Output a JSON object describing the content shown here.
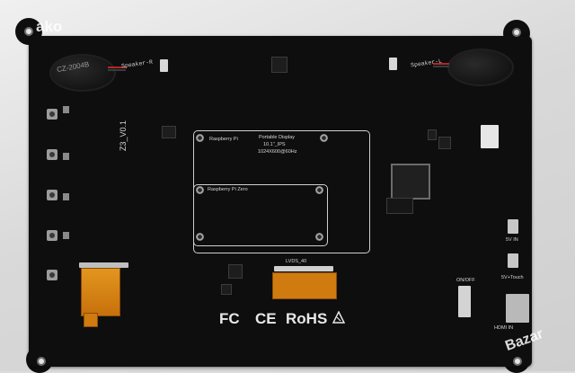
{
  "speakers": {
    "right_label": "Speaker-R",
    "left_label": "Speaker-L",
    "right_stamp": "CZ-2004B"
  },
  "board": {
    "version": "Z3_V0.1",
    "rpi_label": "Raspberry Pi",
    "rpi_zero_label": "Raspberry Pi Zero",
    "display_title": "Portable Display",
    "display_size": "10.1\"_IPS",
    "display_resolution": "1024X600@60Hz",
    "lvds_label": "LVDS_40",
    "port_5v": "5V IN",
    "port_touch": "5V+Touch",
    "port_hdmi": "HDMI IN",
    "switch_label": "ON/OFF"
  },
  "certifications": {
    "fc": "FC",
    "ce": "CE",
    "rohs": "RoHS"
  },
  "watermark": {
    "top_left": "ako",
    "bottom_right": "Bazar"
  },
  "colors": {
    "pcb": "#0e0e0f",
    "silkscreen": "#d6d6d6",
    "fpc_gold": "#e2961e"
  }
}
